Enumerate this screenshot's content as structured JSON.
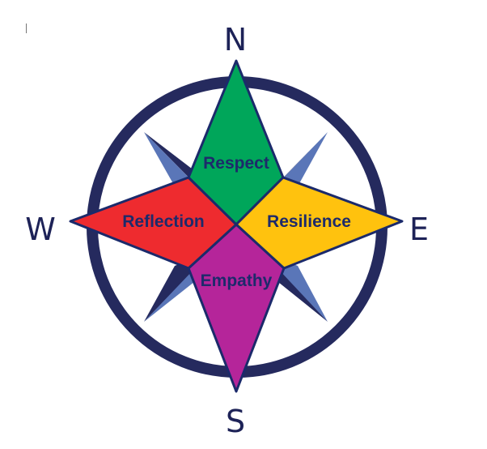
{
  "directions": {
    "north": "N",
    "south": "S",
    "east": "E",
    "west": "W"
  },
  "segments": {
    "north": {
      "label": "Respect",
      "color": "#00a65a"
    },
    "east": {
      "label": "Resilience",
      "color": "#ffc20e"
    },
    "south": {
      "label": "Empathy",
      "color": "#b5259a"
    },
    "west": {
      "label": "Reflection",
      "color": "#ee2b2f"
    }
  },
  "colors": {
    "ring": "#252a5e",
    "outline": "#1b2a6b",
    "diagonal_light": "#5a76b8",
    "diagonal_dark": "#252a5e"
  }
}
